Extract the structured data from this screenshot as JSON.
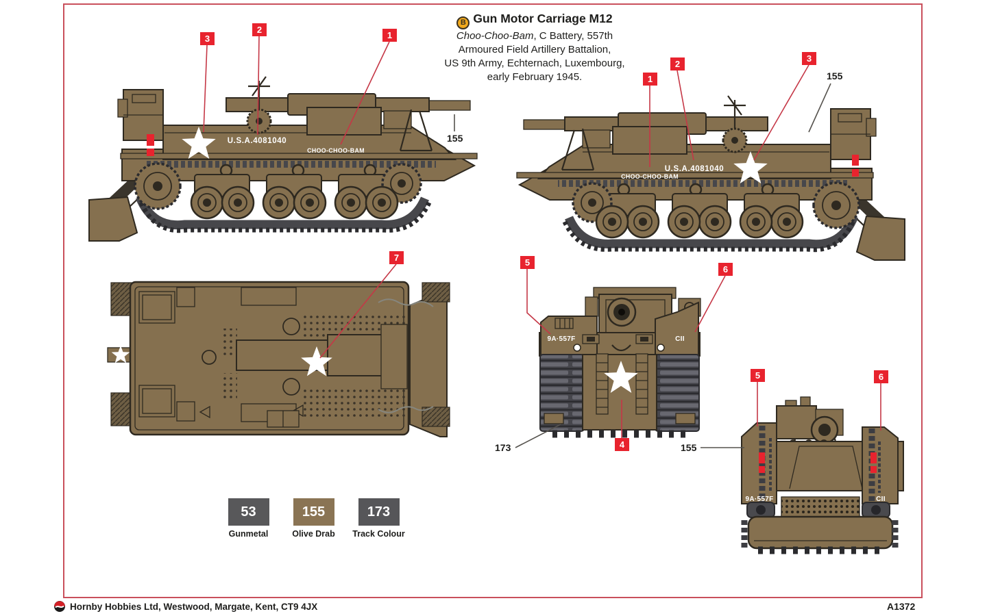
{
  "colors": {
    "page-bg": "#ffffff",
    "frame-red": "#c94f5b",
    "body-olive": "#85704f",
    "body-outline": "#2e2920",
    "track-dark": "#47474b",
    "track-edge": "#2b2b2e",
    "callout-red": "#e8232e",
    "callout-line": "#c53746",
    "pointer-grey": "#55524d",
    "text-dark": "#1d1d1b",
    "star-white": "#ffffff"
  },
  "title": {
    "badge": "B",
    "heading": "Gun Motor Carriage M12",
    "line2_italic": "Choo-Choo-Bam",
    "line2_rest": ", C Battery, 557th",
    "line3": "Armoured Field Artillery Battalion,",
    "line4": "US 9th Army, Echternach, Luxembourg,",
    "line5": "early February 1945."
  },
  "markings": {
    "serial": "U.S.A.4081040",
    "nickname": "CHOO-CHOO-BAM",
    "bumper_left": "9A·557F",
    "bumper_right": "CII"
  },
  "callout_numbers": {
    "n1": "1",
    "n2": "2",
    "n3": "3",
    "n4": "4",
    "n5": "5",
    "n6": "6",
    "n7": "7"
  },
  "paints": [
    {
      "code": "53",
      "name": "Gunmetal",
      "hex": "#58585a"
    },
    {
      "code": "155",
      "name": "Olive Drab",
      "hex": "#8a7454"
    },
    {
      "code": "173",
      "name": "Track Colour",
      "hex": "#565659"
    }
  ],
  "footer": {
    "publisher": "Hornby Hobbies Ltd, Westwood, Margate, Kent, CT9 4JX",
    "kit_code": "A1372"
  }
}
